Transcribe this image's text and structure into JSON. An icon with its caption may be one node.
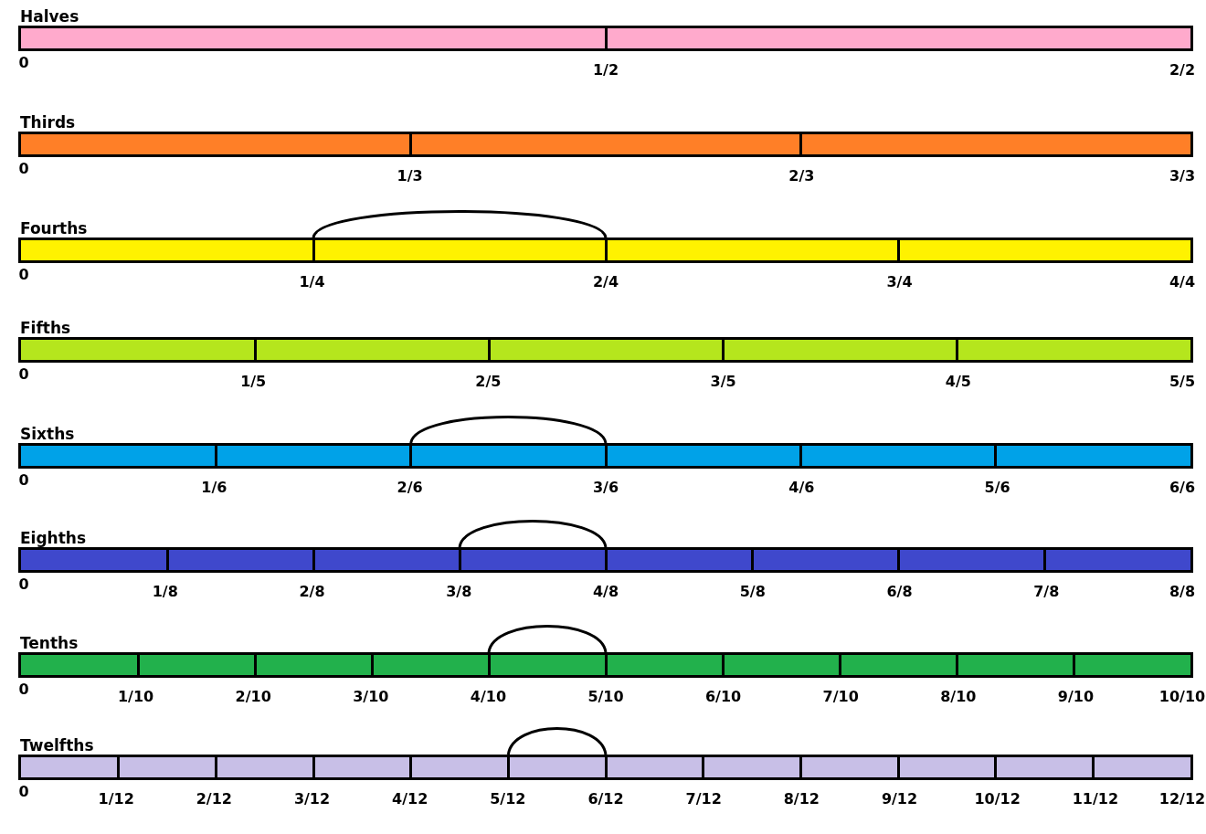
{
  "diagram": {
    "nodes": [
      {
        "text": [
          "Halves"
        ]
      },
      {
        "text": [
          "Thirds"
        ]
      },
      {
        "text": [
          "Fourths"
        ]
      },
      {
        "text": [
          "Fifths"
        ]
      },
      {
        "text": [
          "Sixths"
        ]
      },
      {
        "text": [
          "Eighths"
        ]
      },
      {
        "text": [
          "Tenths"
        ]
      },
      {
        "text": [
          "Twelfths"
        ]
      }
    ],
    "labels": [
      "0",
      "1/2",
      "2/2",
      "0",
      "1/3",
      "2/3",
      "3/3",
      "0",
      "1/4",
      "2/4",
      "3/4",
      "4/4",
      "0",
      "1/5",
      "2/5",
      "3/5",
      "4/5",
      "5/5",
      "0",
      "1/6",
      "2/6",
      "3/6",
      "4/6",
      "5/6",
      "6/6",
      "0",
      "1/8",
      "2/8",
      "3/8",
      "4/8",
      "5/8",
      "6/8",
      "7/8",
      "8/8",
      "0",
      "1/10",
      "2/10",
      "3/10",
      "4/10",
      "5/10",
      "6/10",
      "7/10",
      "8/10",
      "9/10",
      "10/10",
      "0",
      "1/12",
      "2/12",
      "3/12",
      "4/12",
      "5/12",
      "6/12",
      "7/12",
      "8/12",
      "9/12",
      "10/12",
      "11/12",
      "12/12"
    ]
  }
}
